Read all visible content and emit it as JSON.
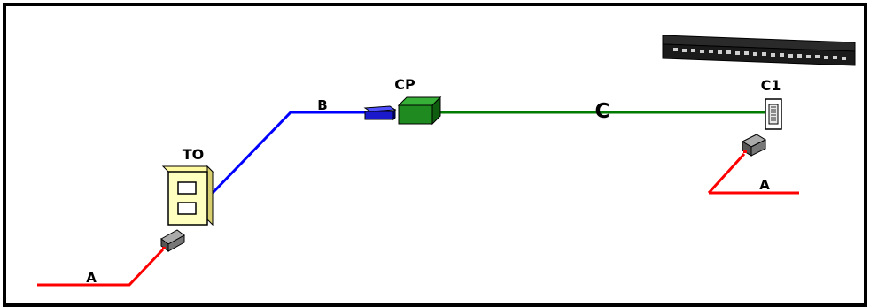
{
  "labels": {
    "to": "TO",
    "cp": "CP",
    "c1": "C1",
    "segment_a_left": "A",
    "segment_a_right": "A",
    "segment_b": "B",
    "segment_c": "C"
  },
  "colors": {
    "frame": "#000000",
    "cable_a": "#ff0000",
    "cable_b": "#0000ff",
    "cable_c": "#007a00",
    "outlet_fill": "#ffffc0",
    "cp_box": "#1f8a1f",
    "b_connector": "#1a1acc",
    "plug": "#777777",
    "patch_panel": "#1a1a1a"
  },
  "icons": {
    "telecom_outlet": "telecom-outlet-icon",
    "consolidation_point": "consolidation-point-box-icon",
    "cp_connector": "blue-connector-icon",
    "c1_port": "patch-port-icon",
    "plug_left": "gray-plug-icon",
    "plug_right": "gray-plug-icon",
    "patch_panel": "patch-panel-icon"
  }
}
